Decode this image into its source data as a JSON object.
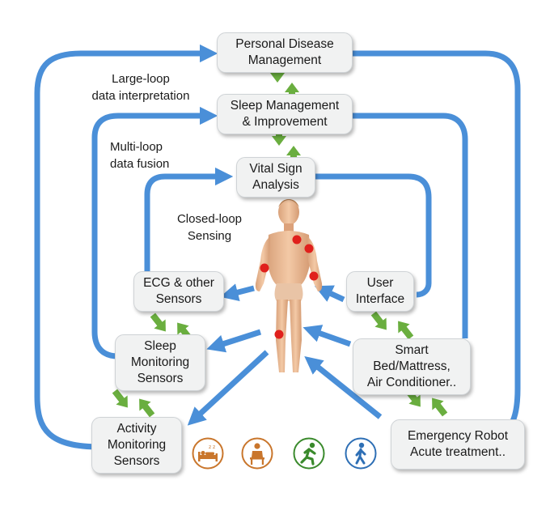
{
  "nodes": {
    "personal_disease": "Personal Disease\nManagement",
    "sleep_management": "Sleep Management\n& Improvement",
    "vital_sign": "Vital Sign\nAnalysis",
    "ecg_sensors": "ECG & other\nSensors",
    "user_interface": "User\nInterface",
    "sleep_monitoring": "Sleep\nMonitoring\nSensors",
    "smart_bed": "Smart\nBed/Mattress,\nAir Conditioner..",
    "activity_monitoring": "Activity\nMonitoring\nSensors",
    "emergency_robot": "Emergency Robot\nAcute treatment.."
  },
  "loop_labels": {
    "large_loop": "Large-loop\ndata interpretation",
    "multi_loop": "Multi-loop\ndata fusion",
    "closed_loop": "Closed-loop\nSensing"
  },
  "icons": [
    "sleeping-in-bed-icon",
    "sitting-person-icon",
    "running-person-icon",
    "walking-person-icon"
  ],
  "colors": {
    "loop_arrow": "#4a8fd8",
    "exchange_arrow": "#6aae3f",
    "sensor_dot": "#e0201c",
    "box_fill": "#f1f2f2",
    "icon_orange": "#c9762c",
    "icon_green": "#3a8a2c",
    "icon_blue": "#2e6fb5"
  }
}
